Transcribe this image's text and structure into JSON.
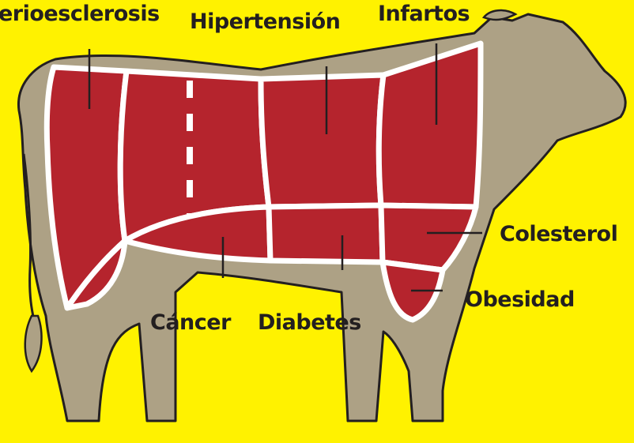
{
  "diagram": {
    "labels": {
      "arteriosclerosis": "erioesclerosis",
      "hipertension": "Hipertensión",
      "infartos": "Infartos",
      "colesterol": "Colesterol",
      "obesidad": "Obesidad",
      "cancer": "Cáncer",
      "diabetes": "Diabetes"
    },
    "colors": {
      "background": "#fff200",
      "cow_body": "#ada185",
      "meat_cut": "#b5242d",
      "cut_divider": "#ffffff",
      "outline": "#231f20"
    }
  }
}
